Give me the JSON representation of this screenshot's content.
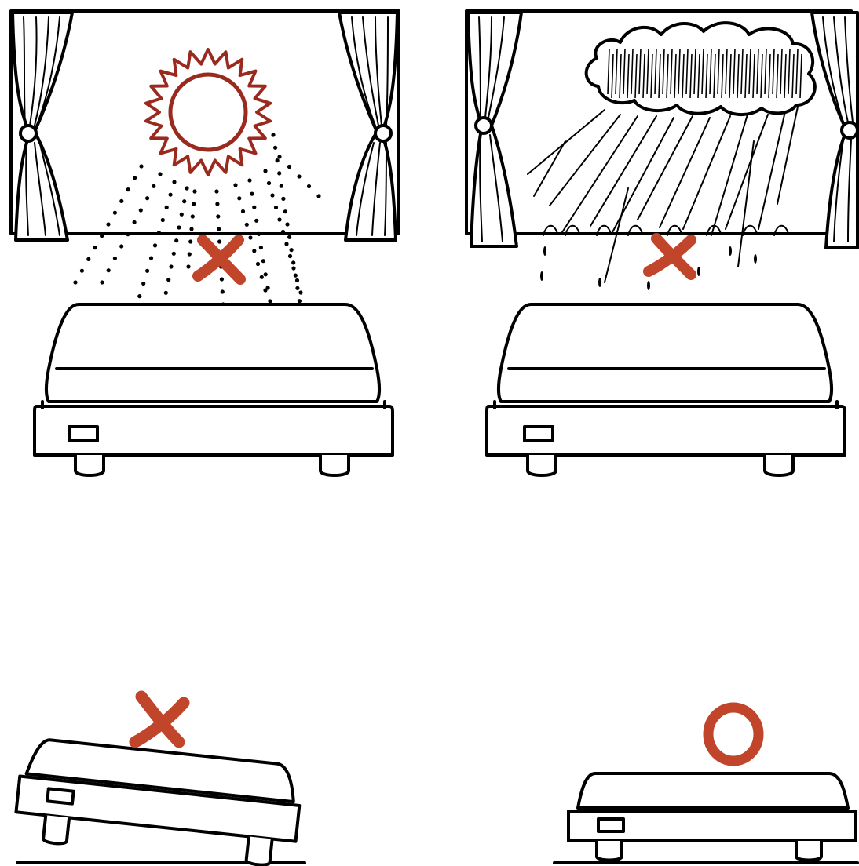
{
  "figure": {
    "panels": [
      {
        "id": "sun",
        "verdict": "incorrect",
        "mark_symbol": "x",
        "condition": "direct-sunlight"
      },
      {
        "id": "rain",
        "verdict": "incorrect",
        "mark_symbol": "x",
        "condition": "rain"
      },
      {
        "id": "tilted",
        "verdict": "incorrect",
        "mark_symbol": "x",
        "condition": "uneven-surface"
      },
      {
        "id": "level",
        "verdict": "correct",
        "mark_symbol": "o",
        "condition": "level-surface"
      }
    ],
    "colors": {
      "ink": "#000000",
      "mark": "#c0452a",
      "sun": "#9a2a1e",
      "background": "#ffffff"
    },
    "icons": [
      "sun-icon",
      "rain-cloud-icon",
      "window-icon",
      "curtain-icon",
      "scale-icon",
      "x-mark-icon",
      "o-mark-icon"
    ]
  }
}
